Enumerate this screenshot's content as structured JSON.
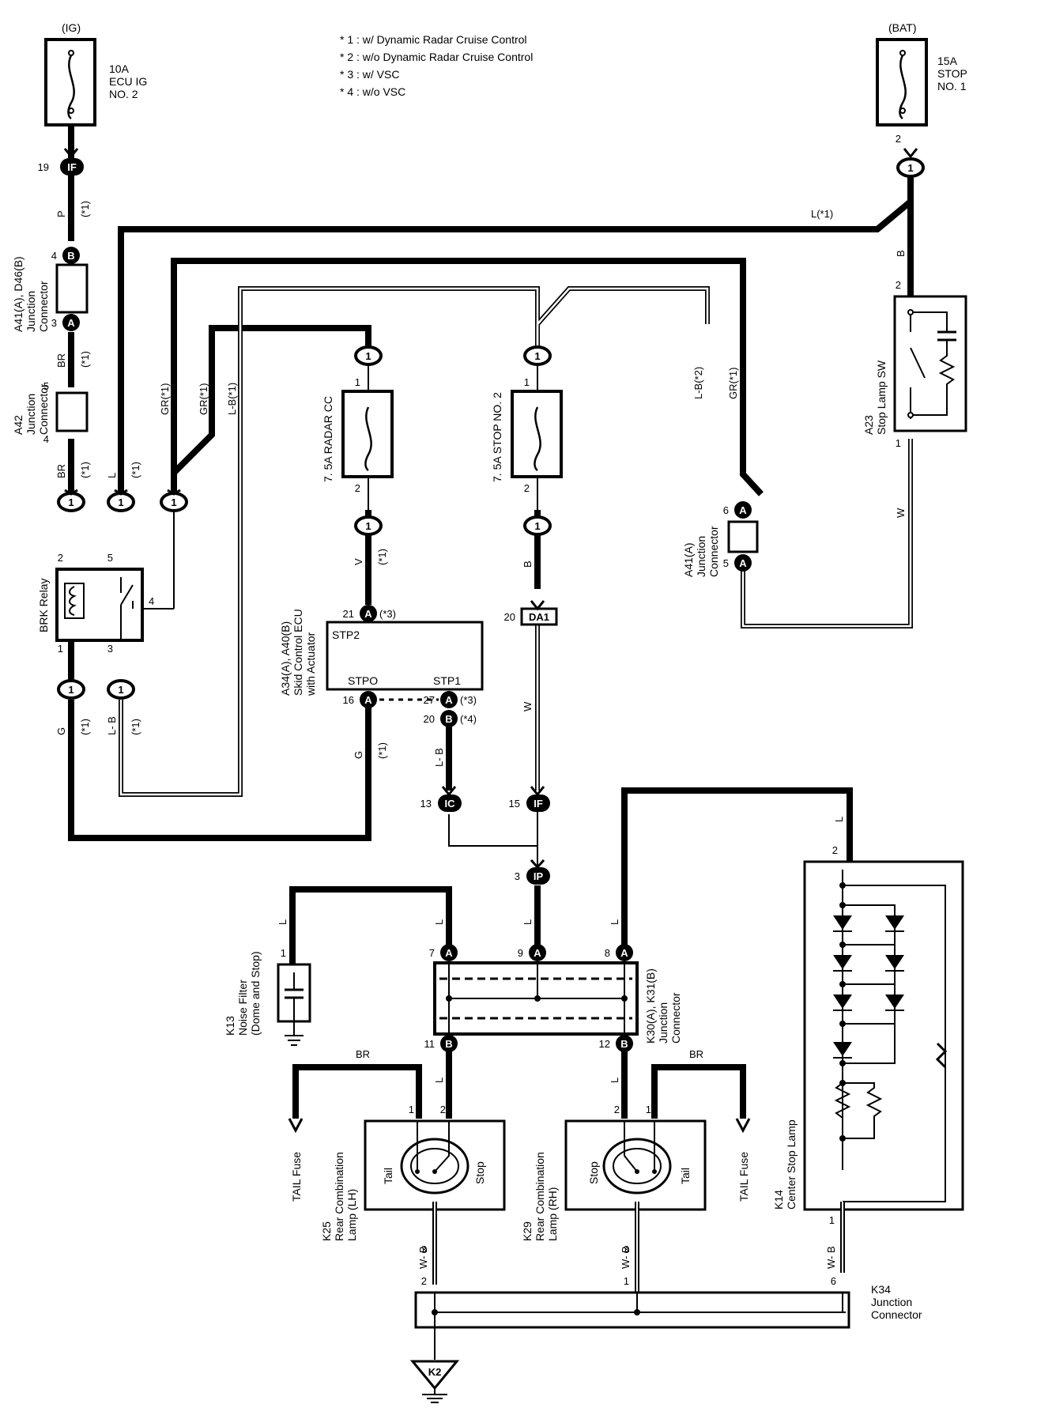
{
  "notes": {
    "n1": "* 1 : w/ Dynamic Radar Cruise Control",
    "n2": "* 2 : w/o Dynamic Radar Cruise Control",
    "n3": "* 3 : w/ VSC",
    "n4": "* 4 : w/o VSC"
  },
  "fuse_ig": {
    "supply": "(IG)",
    "rating": "10A",
    "name1": "ECU IG",
    "name2": "NO. 2"
  },
  "fuse_bat": {
    "supply": "(BAT)",
    "rating": "15A",
    "name1": "STOP",
    "name2": "NO. 1"
  },
  "fuse_radar": {
    "label": "7. 5A RADAR CC"
  },
  "fuse_stop2": {
    "label": "7. 5A STOP NO. 2"
  },
  "jc_a41d46": {
    "name1": "A41(A), D46(B)",
    "name2": "Junction",
    "name3": "Connector"
  },
  "jc_a42": {
    "name1": "A42",
    "name2": "Junction",
    "name3": "Connector"
  },
  "jc_a41a": {
    "name1": "A41(A)",
    "name2": "Junction",
    "name3": "Connector"
  },
  "brk_relay": {
    "name": "BRK Relay"
  },
  "stop_sw": {
    "name1": "A23",
    "name2": "Stop Lamp SW"
  },
  "skid_ecu": {
    "name1": "A34(A), A40(B)",
    "name2": "Skid Control ECU",
    "name3": "with Actuator",
    "stp2": "STP2",
    "stpo": "STPO",
    "stp1": "STP1"
  },
  "jc_k30": {
    "name1": "K30(A), K31(B)",
    "name2": "Junction",
    "name3": "Connector"
  },
  "noise_filter": {
    "name1": "K13",
    "name2": "Noise Filter",
    "name3": "(Dome and Stop)"
  },
  "lamp_lh": {
    "name1": "K25",
    "name2": "Rear Combination",
    "name3": "Lamp (LH)",
    "tail": "Tail",
    "stop": "Stop"
  },
  "lamp_rh": {
    "name1": "K29",
    "name2": "Rear Combination",
    "name3": "Lamp (RH)",
    "tail": "Tail",
    "stop": "Stop"
  },
  "center_lamp": {
    "name1": "K14",
    "name2": "Center Stop Lamp"
  },
  "jc_k34": {
    "name1": "K34",
    "name2": "Junction",
    "name3": "Connector"
  },
  "tail_fuse": {
    "label": "TAIL Fuse"
  },
  "ground": {
    "label": "K2"
  },
  "wires": {
    "p": "P",
    "br": "BR",
    "l": "L",
    "gr": "GR",
    "g": "G",
    "lb": "L- B",
    "lbr": "L-B(*1)",
    "grs": "GR(*1)",
    "lb2": "L-B(*2)",
    "l1": "L(*1)",
    "b": "B",
    "w": "W",
    "v": "V",
    "wb": "W- B",
    "s1": "(*1)"
  },
  "connectors": {
    "IF": "IF",
    "IC": "IC",
    "IP": "IP",
    "DA1": "DA1",
    "A": "A",
    "B": "B",
    "one": "1"
  },
  "pins": {
    "p19": "19",
    "p15": "15",
    "p13": "13",
    "p3": "3",
    "p20": "20",
    "p21": "21",
    "p16": "16",
    "p27": "27",
    "p2": "2",
    "p1": "1",
    "p4": "4",
    "p5": "5",
    "p6": "6",
    "p7": "7",
    "p8": "8",
    "p9": "9",
    "p11": "11",
    "p12": "12"
  },
  "tags": {
    "s3": "(*3)",
    "s4": "(*4)"
  }
}
